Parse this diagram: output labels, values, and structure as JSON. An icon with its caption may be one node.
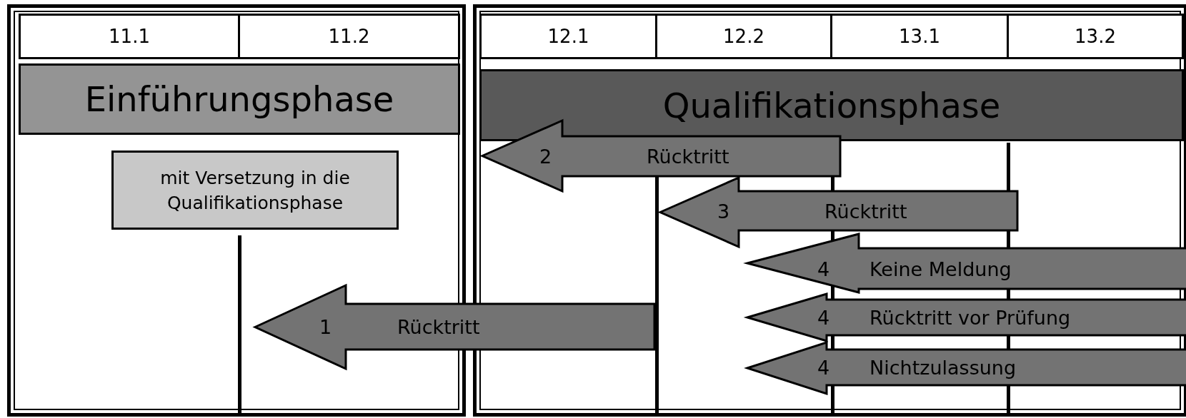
{
  "diagram": {
    "nodes": [
      {
        "text": [
          "11.1"
        ]
      },
      {
        "text": [
          "11.2"
        ]
      },
      {
        "text": [
          "12.1"
        ]
      },
      {
        "text": [
          "12.2"
        ]
      },
      {
        "text": [
          "13.1"
        ]
      },
      {
        "text": [
          "13.2"
        ]
      },
      {
        "text": [
          "Einführungsphase"
        ]
      },
      {
        "text": [
          "Qualifikationsphase"
        ]
      },
      {
        "text": [
          "2",
          "Rücktritt"
        ]
      },
      {
        "text": [
          "mit Versetzung in die Qualifikationsphase"
        ]
      },
      {
        "text": [
          "3",
          "Rücktritt"
        ]
      },
      {
        "text": [
          "4",
          "Keine Meldung"
        ]
      },
      {
        "text": [
          "4",
          "Rücktritt vor Prüfung"
        ]
      },
      {
        "text": [
          "1",
          "Rücktritt"
        ]
      },
      {
        "text": [
          "4",
          "Nichtzulassung"
        ]
      }
    ]
  }
}
